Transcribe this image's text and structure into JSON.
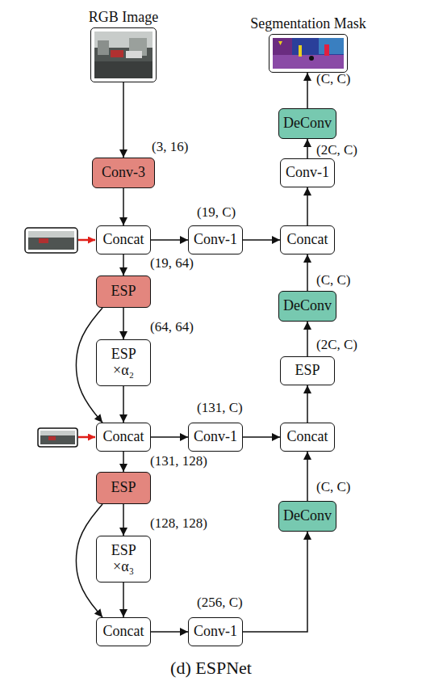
{
  "diagram": {
    "caption": "(d) ESPNet",
    "nodes": [
      {
        "text": [
          "RGB Image"
        ]
      },
      {
        "text": [
          "Conv-3"
        ]
      },
      {
        "text": [
          "Concat"
        ]
      },
      {
        "text": [
          "Conv-1"
        ]
      },
      {
        "text": [
          "Concat"
        ]
      },
      {
        "text": [
          "ESP"
        ]
      },
      {
        "text": [
          "ESP ×α₂"
        ]
      },
      {
        "text": [
          "Concat"
        ]
      },
      {
        "text": [
          "Conv-1"
        ]
      },
      {
        "text": [
          "Concat"
        ]
      },
      {
        "text": [
          "ESP"
        ]
      },
      {
        "text": [
          "ESP ×α₃"
        ]
      },
      {
        "text": [
          "Concat"
        ]
      },
      {
        "text": [
          "Conv-1"
        ]
      },
      {
        "text": [
          "DeConv"
        ]
      },
      {
        "text": [
          "ESP"
        ]
      },
      {
        "text": [
          "DeConv"
        ]
      },
      {
        "text": [
          "Conv-1"
        ]
      },
      {
        "text": [
          "DeConv"
        ]
      },
      {
        "text": [
          "Segmentation Mask"
        ]
      }
    ],
    "edges": [
      {
        "from": 0,
        "to": 1,
        "arrow": "to"
      },
      {
        "from": 1,
        "to": 2,
        "arrow": "to"
      },
      {
        "from": 2,
        "to": 3,
        "arrow": "to"
      },
      {
        "from": 3,
        "to": 4,
        "arrow": "to"
      },
      {
        "from": 2,
        "to": 5,
        "arrow": "to"
      },
      {
        "from": 5,
        "to": 6,
        "arrow": "to"
      },
      {
        "from": 5,
        "to": 7,
        "arrow": "to"
      },
      {
        "from": 6,
        "to": 7,
        "arrow": "to"
      },
      {
        "from": 7,
        "to": 8,
        "arrow": "to"
      },
      {
        "from": 8,
        "to": 9,
        "arrow": "to"
      },
      {
        "from": 7,
        "to": 10,
        "arrow": "to"
      },
      {
        "from": 10,
        "to": 11,
        "arrow": "to"
      },
      {
        "from": 10,
        "to": 12,
        "arrow": "to"
      },
      {
        "from": 11,
        "to": 12,
        "arrow": "to"
      },
      {
        "from": 12,
        "to": 13,
        "arrow": "to"
      },
      {
        "from": 13,
        "to": 14,
        "arrow": "to"
      },
      {
        "from": 14,
        "to": 9,
        "arrow": "to"
      },
      {
        "from": 9,
        "to": 15,
        "arrow": "to"
      },
      {
        "from": 15,
        "to": 16,
        "arrow": "to"
      },
      {
        "from": 16,
        "to": 4,
        "arrow": "to"
      },
      {
        "from": 4,
        "to": 17,
        "arrow": "to"
      },
      {
        "from": 17,
        "to": 18,
        "arrow": "to"
      },
      {
        "from": 18,
        "to": 19,
        "arrow": "to"
      }
    ],
    "labels": [
      "(C, C)",
      "(3, 16)",
      "(2C, C)",
      "(19, C)",
      "(19, 64)",
      "(C, C)",
      "(64, 64)",
      "(2C, C)",
      "(131, C)",
      "(131, 128)",
      "(C, C)",
      "(128, 128)",
      "(256, C)"
    ]
  }
}
